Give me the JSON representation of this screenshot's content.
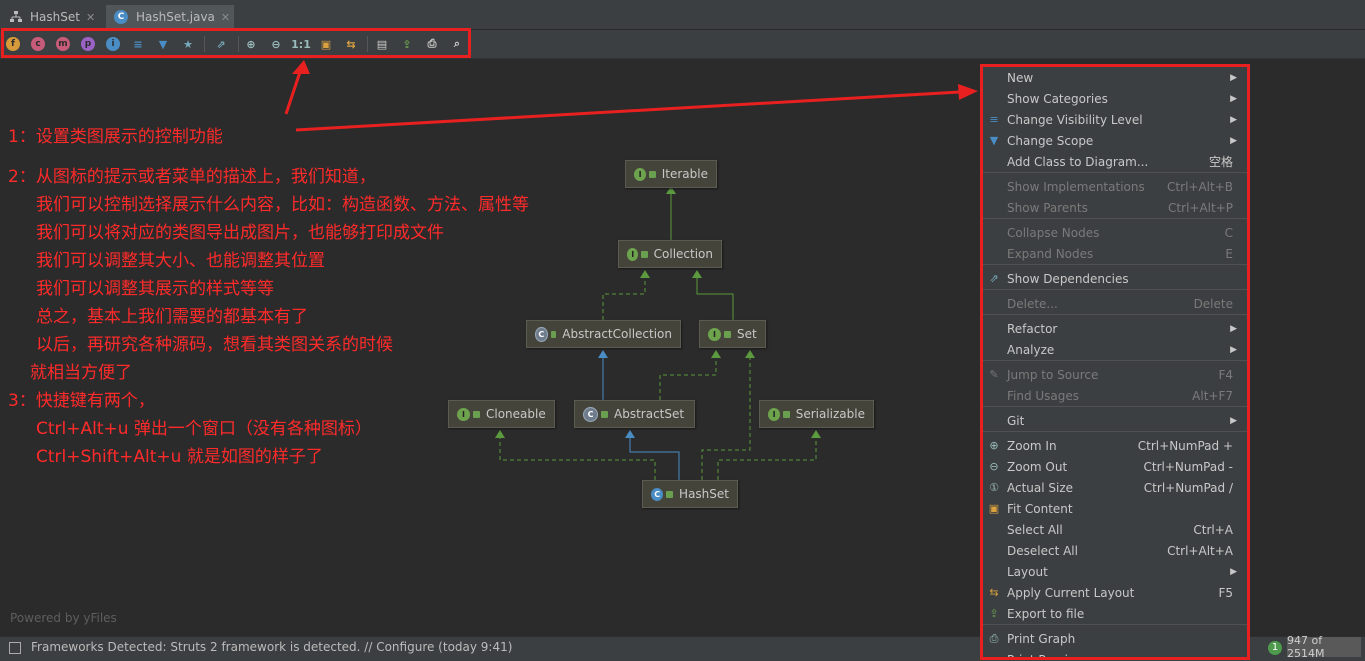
{
  "tabs": [
    {
      "label": "HashSet",
      "icon": "diagram-icon"
    },
    {
      "label": "HashSet.java",
      "icon": "class-c-icon"
    }
  ],
  "toolbar": {
    "buttons": [
      {
        "name": "fields-toggle",
        "glyph": "f",
        "color": "#d69a3a"
      },
      {
        "name": "constructors-toggle",
        "glyph": "c",
        "color": "#c75c7a"
      },
      {
        "name": "methods-toggle",
        "glyph": "m",
        "color": "#c75c7a"
      },
      {
        "name": "properties-toggle",
        "glyph": "p",
        "color": "#9a62c4"
      },
      {
        "name": "inner-classes-toggle",
        "glyph": "i",
        "color": "#4a8cc4"
      },
      {
        "name": "visibility-level",
        "glyph": "≡",
        "color": "#4a8cc4"
      },
      {
        "name": "change-scope",
        "glyph": "▼",
        "color": "#4a8cc4"
      },
      {
        "name": "show-dependencies",
        "glyph": "★",
        "color": "#7ab"
      },
      {
        "name": "layout",
        "glyph": "⇗",
        "color": "#7ab"
      },
      {
        "name": "zoom-in",
        "glyph": "⊕",
        "color": "#9bb"
      },
      {
        "name": "zoom-out",
        "glyph": "⊖",
        "color": "#9bb"
      },
      {
        "name": "actual-size",
        "glyph": "1:1",
        "color": "#9bb"
      },
      {
        "name": "fit-content",
        "glyph": "▣",
        "color": "#d9a040"
      },
      {
        "name": "apply-layout",
        "glyph": "⇆",
        "color": "#d9a040"
      },
      {
        "name": "save",
        "glyph": "▤",
        "color": "#ccc"
      },
      {
        "name": "export",
        "glyph": "⇪",
        "color": "#6a9f4f"
      },
      {
        "name": "print",
        "glyph": "⎙",
        "color": "#ccc"
      },
      {
        "name": "print-preview",
        "glyph": "⌕",
        "color": "#ccc"
      }
    ]
  },
  "annotations": {
    "line1": "1：设置类图展示的控制功能",
    "line2": "2：从图标的提示或者菜单的描述上，我们知道，",
    "line3": "我们可以控制选择展示什么内容，比如：构造函数、方法、属性等",
    "line4": "我们可以将对应的类图导出成图片，也能够打印成文件",
    "line5": "我们可以调整其大小、也能调整其位置",
    "line6": "我们可以调整其展示的样式等等",
    "line7": "总之，基本上我们需要的都基本有了",
    "line8": "以后，再研究各种源码，想看其类图关系的时候",
    "line9": "就相当方便了",
    "line10": "3：快捷键有两个，",
    "line11": "Ctrl+Alt+u 弹出一个窗口（没有各种图标）",
    "line12": "Ctrl+Shift+Alt+u 就是如图的样子了"
  },
  "diagram": {
    "iterable": "Iterable",
    "collection": "Collection",
    "abstract_collection": "AbstractCollection",
    "set": "Set",
    "cloneable": "Cloneable",
    "abstract_set": "AbstractSet",
    "serializable": "Serializable",
    "hashset": "HashSet",
    "interface_glyph": "I",
    "class_glyph": "C"
  },
  "powered_by": "Powered by yFiles",
  "status": {
    "text": "Frameworks Detected: Struts 2 framework is detected. // Configure (today 9:41)",
    "memory": "947 of 2514M"
  },
  "context_menu": {
    "items": [
      {
        "label": "New",
        "submenu": true
      },
      {
        "label": "Show Categories",
        "submenu": true
      },
      {
        "label": "Change Visibility Level",
        "submenu": true,
        "icon": "visibility-icon"
      },
      {
        "label": "Change Scope",
        "submenu": true,
        "icon": "filter-icon"
      },
      {
        "label": "Add Class to Diagram...",
        "shortcut": "空格"
      },
      {
        "label": "Show Implementations",
        "shortcut": "Ctrl+Alt+B",
        "disabled": true
      },
      {
        "label": "Show Parents",
        "shortcut": "Ctrl+Alt+P",
        "disabled": true
      },
      {
        "label": "Collapse Nodes",
        "shortcut": "C",
        "disabled": true
      },
      {
        "label": "Expand Nodes",
        "shortcut": "E",
        "disabled": true
      },
      {
        "label": "Show Dependencies",
        "icon": "dependencies-icon"
      },
      {
        "label": "Delete...",
        "shortcut": "Delete",
        "disabled": true
      },
      {
        "label": "Refactor",
        "submenu": true
      },
      {
        "label": "Analyze",
        "submenu": true
      },
      {
        "label": "Jump to Source",
        "shortcut": "F4",
        "disabled": true,
        "icon": "jump-icon"
      },
      {
        "label": "Find Usages",
        "shortcut": "Alt+F7",
        "disabled": true
      },
      {
        "label": "Git",
        "submenu": true
      },
      {
        "label": "Zoom In",
        "shortcut": "Ctrl+NumPad +",
        "icon": "zoom-in-icon"
      },
      {
        "label": "Zoom Out",
        "shortcut": "Ctrl+NumPad -",
        "icon": "zoom-out-icon"
      },
      {
        "label": "Actual Size",
        "shortcut": "Ctrl+NumPad /",
        "icon": "actual-size-icon"
      },
      {
        "label": "Fit Content",
        "icon": "fit-content-icon"
      },
      {
        "label": "Select All",
        "shortcut": "Ctrl+A"
      },
      {
        "label": "Deselect All",
        "shortcut": "Ctrl+Alt+A"
      },
      {
        "label": "Layout",
        "submenu": true
      },
      {
        "label": "Apply Current Layout",
        "shortcut": "F5",
        "icon": "apply-layout-icon"
      },
      {
        "label": "Export to file",
        "icon": "export-icon"
      },
      {
        "label": "Print Graph",
        "icon": "print-icon"
      },
      {
        "label": "Print Preview",
        "icon": "print-preview-icon"
      }
    ]
  },
  "colors": {
    "highlight_red": "#e82020",
    "interface_green": "#6ea34e",
    "class_blue": "#4a8cc4"
  }
}
